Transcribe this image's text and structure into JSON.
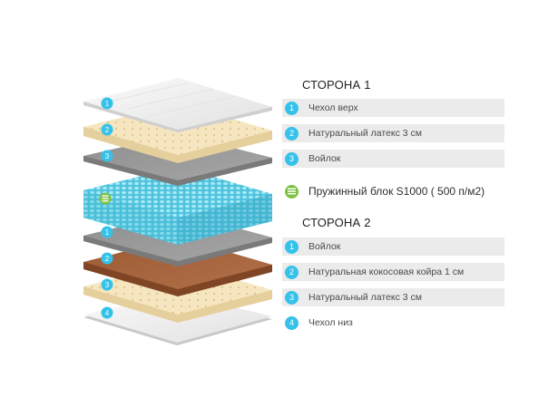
{
  "side1": {
    "title": "СТОРОНА 1",
    "layers": [
      {
        "num": "1",
        "label": "Чехол верх"
      },
      {
        "num": "2",
        "label": "Натуральный латекс 3 см"
      },
      {
        "num": "3",
        "label": "Войлок"
      }
    ]
  },
  "spring": {
    "label": "Пружинный блок S1000 ( 500 п/м2)",
    "icon": "spring-block-icon"
  },
  "side2": {
    "title": "СТОРОНА 2",
    "layers": [
      {
        "num": "1",
        "label": "Войлок"
      },
      {
        "num": "2",
        "label": "Натуральная кокосовая койра 1 см"
      },
      {
        "num": "3",
        "label": "Натуральный латекс 3 см"
      },
      {
        "num": "4",
        "label": "Чехол низ"
      }
    ]
  },
  "colors": {
    "badge": "#35c2ea",
    "spring_badge": "#7cc143",
    "row_bg": "#ebebeb",
    "cover": "#f2f2f2",
    "latex": "#f6e6bf",
    "felt": "#9a9a9a",
    "coir": "#a9663e",
    "spring": "#5ccfe6"
  }
}
